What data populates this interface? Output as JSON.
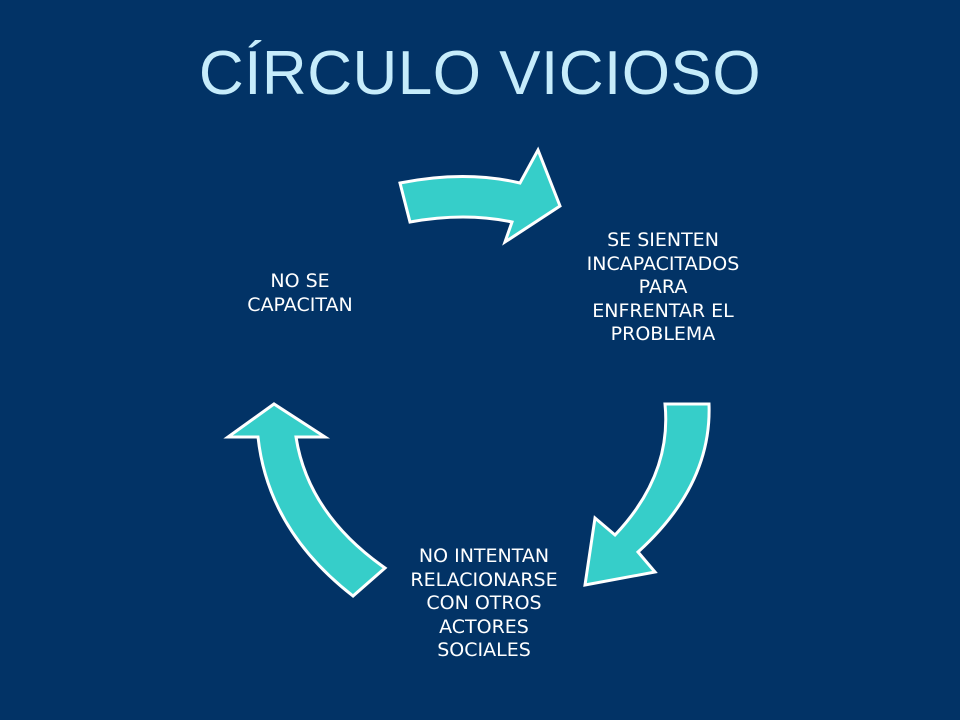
{
  "title": "CÍRCULO VICIOSO",
  "colors": {
    "background": "#023366",
    "arrow_fill": "#36cec9",
    "arrow_stroke": "#ffffff",
    "title_text": "#c6ecfb",
    "node_text": "#ffffff"
  },
  "nodes": [
    {
      "id": "top-right",
      "label": "SE SIENTEN\nINCAPACITADOS\nPARA\nENFRENTAR EL\nPROBLEMA"
    },
    {
      "id": "bottom",
      "label": "NO INTENTAN\nRELACIONARSE\nCON OTROS\nACTORES\nSOCIALES"
    },
    {
      "id": "left",
      "label": "NO SE\nCAPACITAN"
    }
  ],
  "arrows": [
    {
      "from": "left",
      "to": "top-right",
      "icon": "curved-arrow-icon"
    },
    {
      "from": "top-right",
      "to": "bottom",
      "icon": "curved-arrow-icon"
    },
    {
      "from": "bottom",
      "to": "left",
      "icon": "curved-arrow-icon"
    }
  ]
}
